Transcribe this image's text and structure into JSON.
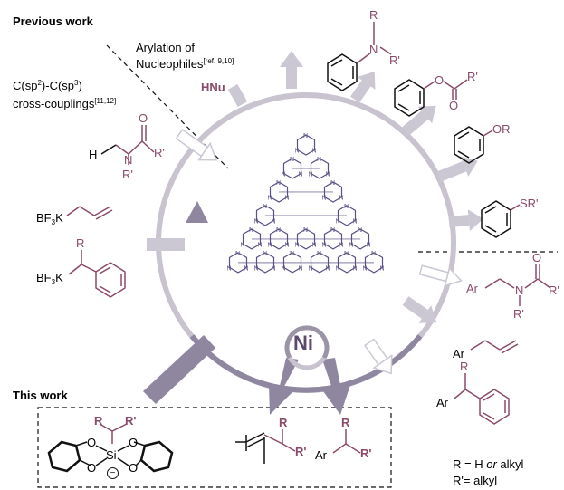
{
  "headings": {
    "previous_work": "Previous work",
    "this_work": "This work"
  },
  "arylation": {
    "line1": "Arylation of",
    "line2_prefix": "Nucleophiles",
    "line2_ref": "[ref. 9,10]",
    "hnu": "HNu"
  },
  "cross_coupling": {
    "line1_a": "C(sp",
    "sup1": "2",
    "line1_b": ")-C(sp",
    "sup2": "3",
    "line1_c": ")",
    "line2_prefix": "cross-couplings",
    "line2_ref": "[11,12]"
  },
  "reagents": {
    "bf3k_allyl_a": "BF",
    "bf3k_allyl_sub": "3",
    "bf3k_allyl_b": "K",
    "bf3k_benzyl_a": "BF",
    "bf3k_benzyl_sub": "3",
    "bf3k_benzyl_b": "K",
    "benzyl_r": "R",
    "amide_h": "H",
    "amide_n": "N",
    "amide_o": "O",
    "amide_r1": "R'",
    "amide_r2": "R'"
  },
  "products": {
    "amine_r": "R",
    "amine_n": "N",
    "amine_r2": "R'",
    "ester_o": "O",
    "ester_o2": "O",
    "ester_r": "R'",
    "ether": "OR",
    "thioether": "SR'",
    "aryl_amide_ar": "Ar",
    "aryl_amide_n": "N",
    "aryl_amide_o": "O",
    "aryl_amide_r1": "R'",
    "aryl_amide_r2": "R'",
    "allyl_ar": "Ar",
    "benzyl_ar": "Ar",
    "benzyl_r": "R"
  },
  "this_work_box": {
    "silicate_r": "R",
    "silicate_r2": "R'",
    "silicate_si": "Si",
    "silicate_o": "O",
    "silicate_minus": "−",
    "vinyl_r": "R",
    "vinyl_r2": "R'",
    "alkyl_ar": "Ar",
    "alkyl_r": "R",
    "alkyl_r2": "R'"
  },
  "center": {
    "catalyst": "Ni",
    "nitrogen": "N"
  },
  "legend": {
    "line1_a": "R = H ",
    "line1_or": "or",
    "line1_b": " alkyl",
    "line2": "R'= alkyl"
  },
  "colors": {
    "accent": "#8a4a6a",
    "ring": "#c8c3cf",
    "arrow_light": "#cbc7d3",
    "arrow_dark": "#8f86a0",
    "framework": "#5c4f86"
  }
}
